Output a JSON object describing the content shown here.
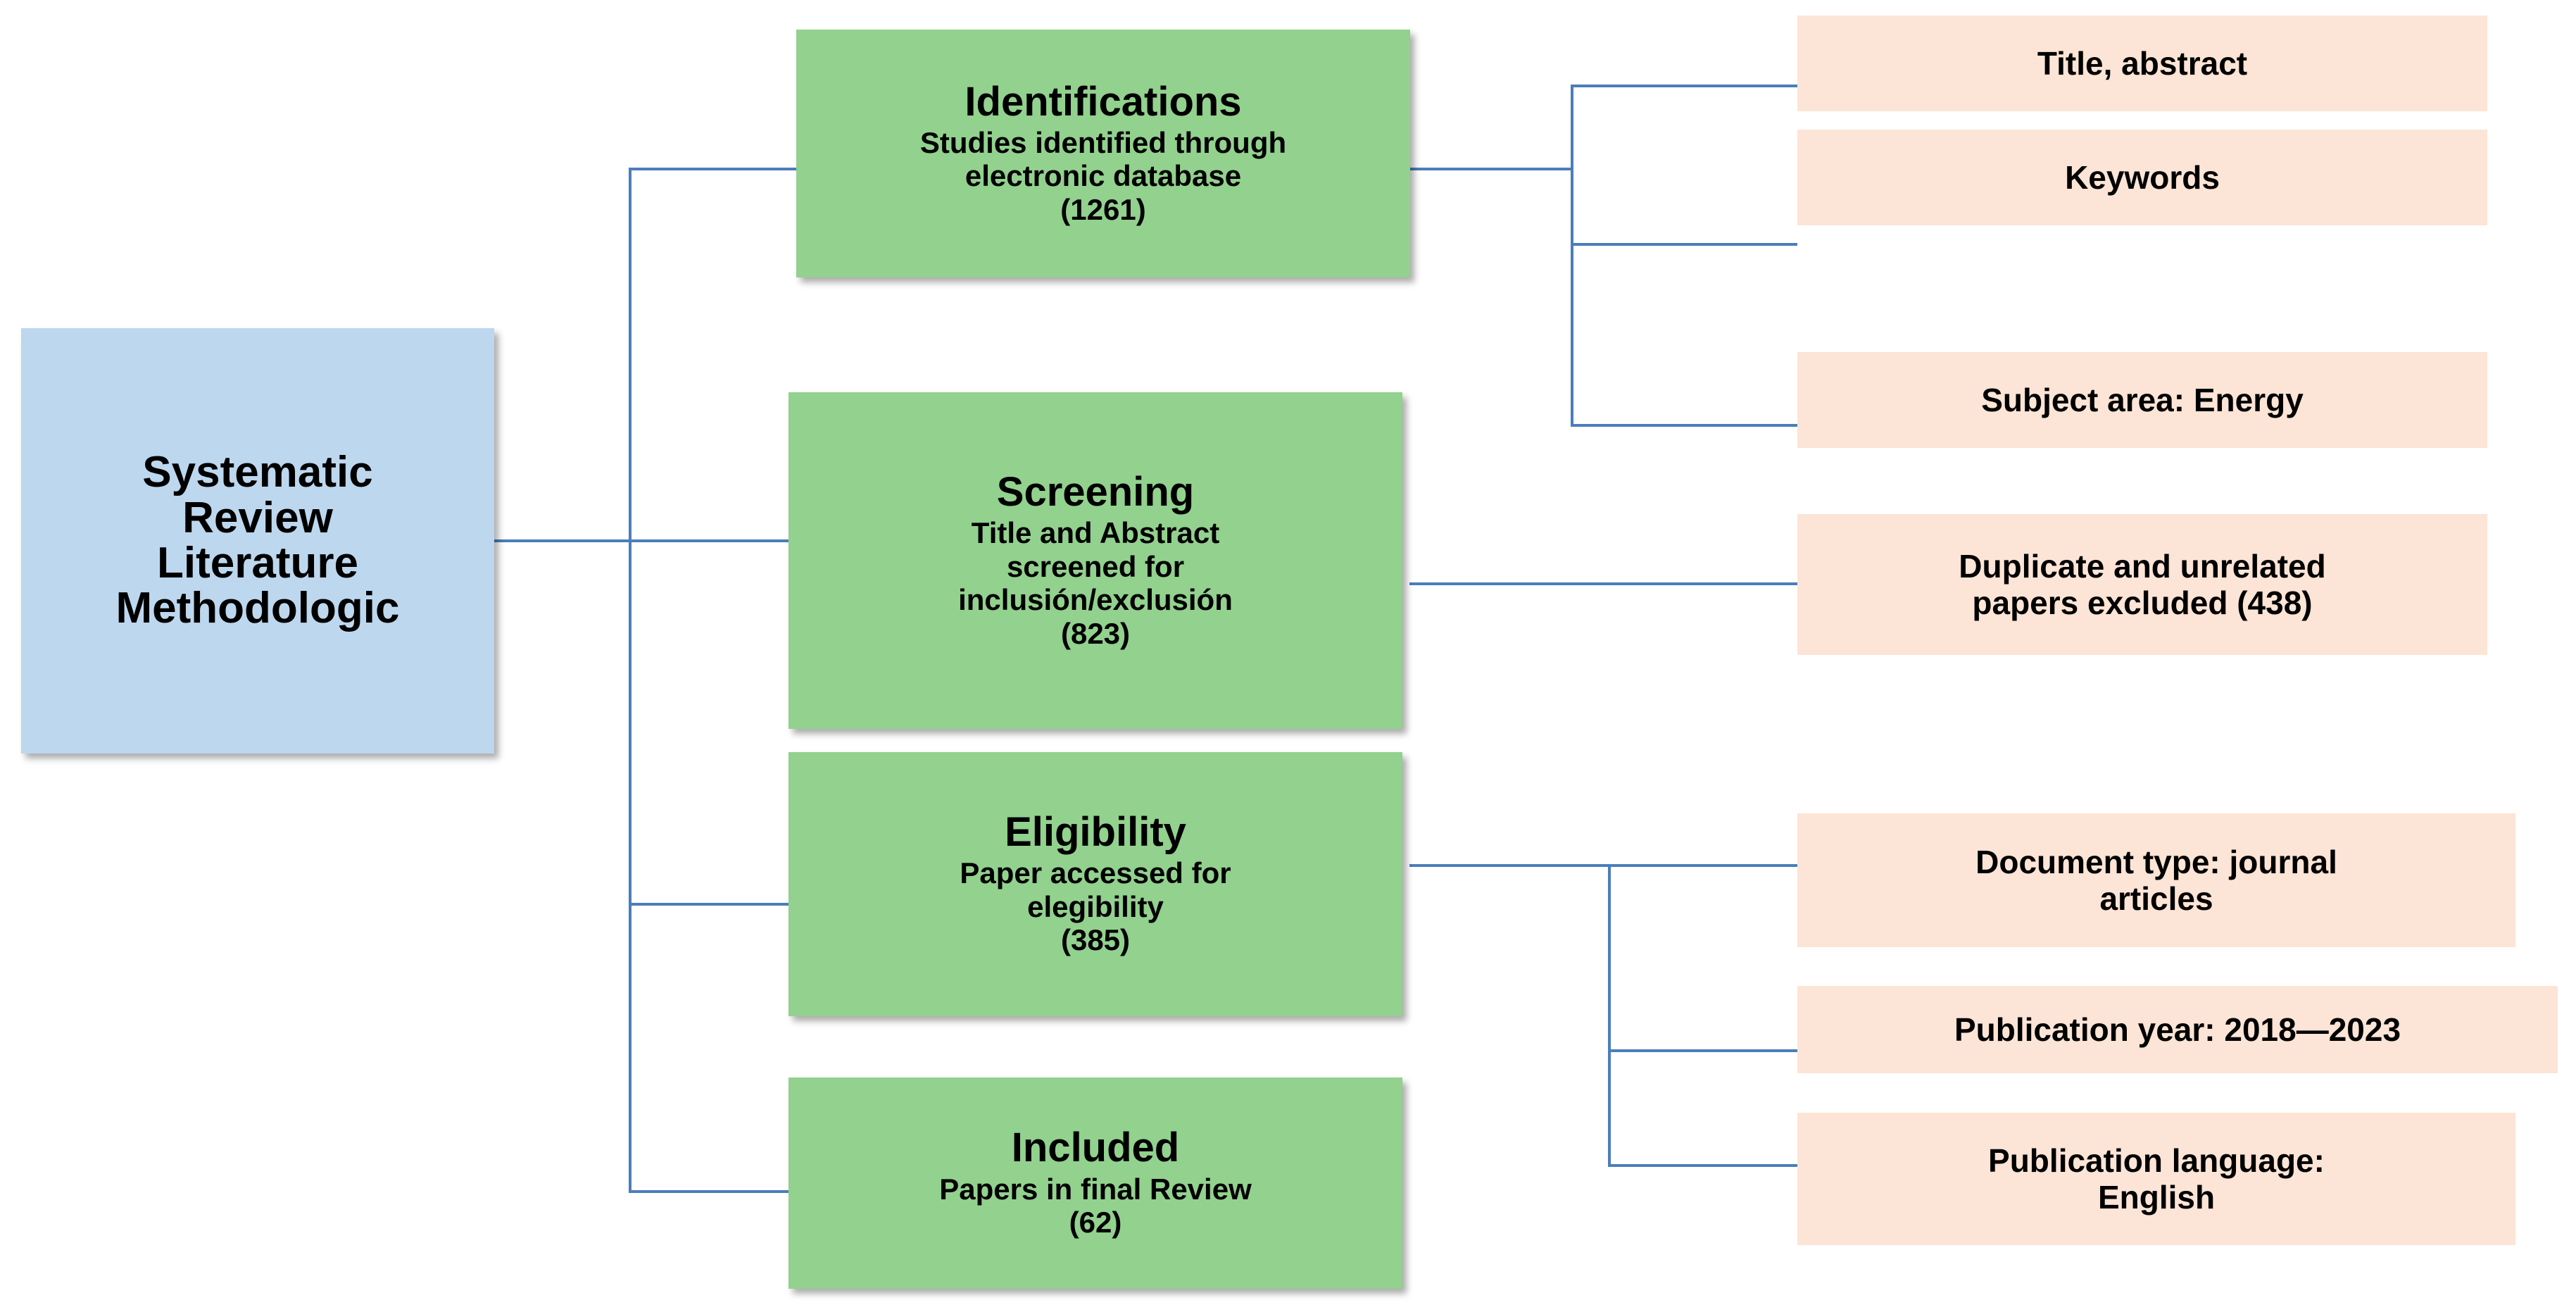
{
  "diagram": {
    "type": "flowchart",
    "title": "Systematic Review Literature Methodologic flow diagram",
    "colors": {
      "root_fill": "#BDD7EE",
      "stage_fill": "#92D18E",
      "detail_fill": "#FCE4D6",
      "connector": "#4A7EBB",
      "text": "#000000"
    }
  },
  "root": {
    "label": "Systematic Review Literature Methodologic",
    "lines": [
      "Systematic",
      "Review",
      "Literature",
      "Methodologic"
    ]
  },
  "stages": [
    {
      "id": "identifications",
      "title": "Identifications",
      "description": "Studies identified through electronic database",
      "desc_lines": [
        "Studies identified through",
        "electronic database"
      ],
      "count": "(1261)"
    },
    {
      "id": "screening",
      "title": "Screening",
      "description": "Title and Abstract screened for inclusión/exclusión",
      "desc_lines": [
        "Title and Abstract",
        "screened for",
        "inclusión/exclusión"
      ],
      "count": "(823)"
    },
    {
      "id": "eligibility",
      "title": "Eligibility",
      "description": "Paper accessed for elegibility",
      "desc_lines": [
        "Paper accessed for",
        "elegibility"
      ],
      "count": "(385)"
    },
    {
      "id": "included",
      "title": "Included",
      "description": "Papers in final Review",
      "desc_lines": [
        "Papers in final Review"
      ],
      "count": "(62)"
    }
  ],
  "details": [
    {
      "id": "title-abstract",
      "parent": "identifications",
      "lines": [
        "Title, abstract"
      ]
    },
    {
      "id": "keywords",
      "parent": "identifications",
      "lines": [
        "Keywords"
      ]
    },
    {
      "id": "subject-area",
      "parent": "identifications",
      "lines": [
        "Subject area: Energy"
      ]
    },
    {
      "id": "duplicates-excluded",
      "parent": "screening",
      "lines": [
        "Duplicate and unrelated",
        "papers excluded (438)"
      ]
    },
    {
      "id": "document-type",
      "parent": "eligibility",
      "lines": [
        "Document type: journal",
        "articles"
      ]
    },
    {
      "id": "publication-year",
      "parent": "eligibility",
      "lines": [
        "Publication year: 2018—2023"
      ]
    },
    {
      "id": "publication-language",
      "parent": "eligibility",
      "lines": [
        "Publication language:",
        "English"
      ]
    }
  ]
}
